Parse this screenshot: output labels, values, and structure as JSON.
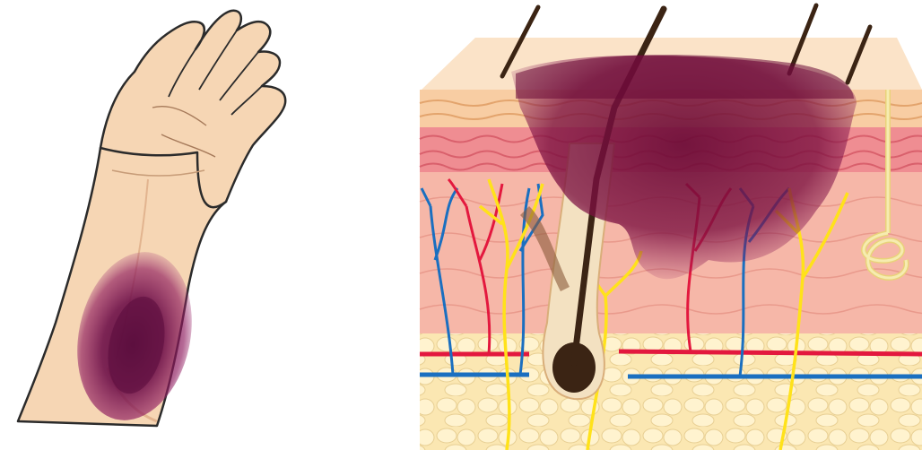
{
  "figure": {
    "panels": [
      {
        "id": "arm",
        "depicts": "forearm-with-bruise"
      },
      {
        "id": "skin",
        "depicts": "skin-cross-section-with-hematoma"
      }
    ]
  },
  "colors": {
    "skin_tone": "#f6d6b4",
    "skin_shadow": "#e7b995",
    "outline": "#2b2b2b",
    "bruise_dark": "#5a0b3d",
    "bruise_mid": "#8e1a5e",
    "bruise_light": "#b04d86",
    "epidermis": "#f8cda3",
    "dermis_pink": "#f4a2a3",
    "dermis_band": "#e77a82",
    "subcutis": "#fbe7b2",
    "fat_cells": "#fff3cf",
    "artery_red": "#e3183e",
    "vein_blue": "#1a6fc0",
    "nerve_yellow": "#ffe21a",
    "hair_brown": "#3b2414",
    "follicle_cream": "#f3e1c1",
    "gland_cream": "#f6ecb0",
    "hematoma": "#7b1040"
  },
  "icons": [
    "hand-icon",
    "bruise-icon",
    "hair-icon",
    "sweat-gland-icon",
    "blood-vessel-icon",
    "nerve-icon"
  ]
}
